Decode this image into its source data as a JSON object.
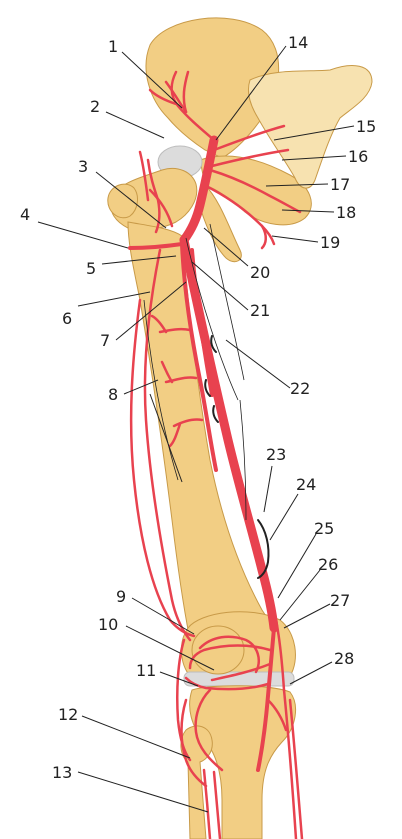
{
  "labels": [
    "1",
    "2",
    "3",
    "4",
    "5",
    "6",
    "7",
    "8",
    "9",
    "10",
    "11",
    "12",
    "13",
    "14",
    "15",
    "16",
    "17",
    "18",
    "19",
    "20",
    "21",
    "22",
    "23",
    "24",
    "25",
    "26",
    "27",
    "28"
  ],
  "colors": {
    "bone": "#F2CE84",
    "bone_shadow": "#E3B565",
    "bone_outline": "#C89A48",
    "sacrum": "#F7E2B0",
    "cartilage": "#DCDCDC",
    "artery": "#E8424F",
    "artery_light": "#F07A82",
    "vein_dark": "#222222",
    "line": "#222222"
  }
}
